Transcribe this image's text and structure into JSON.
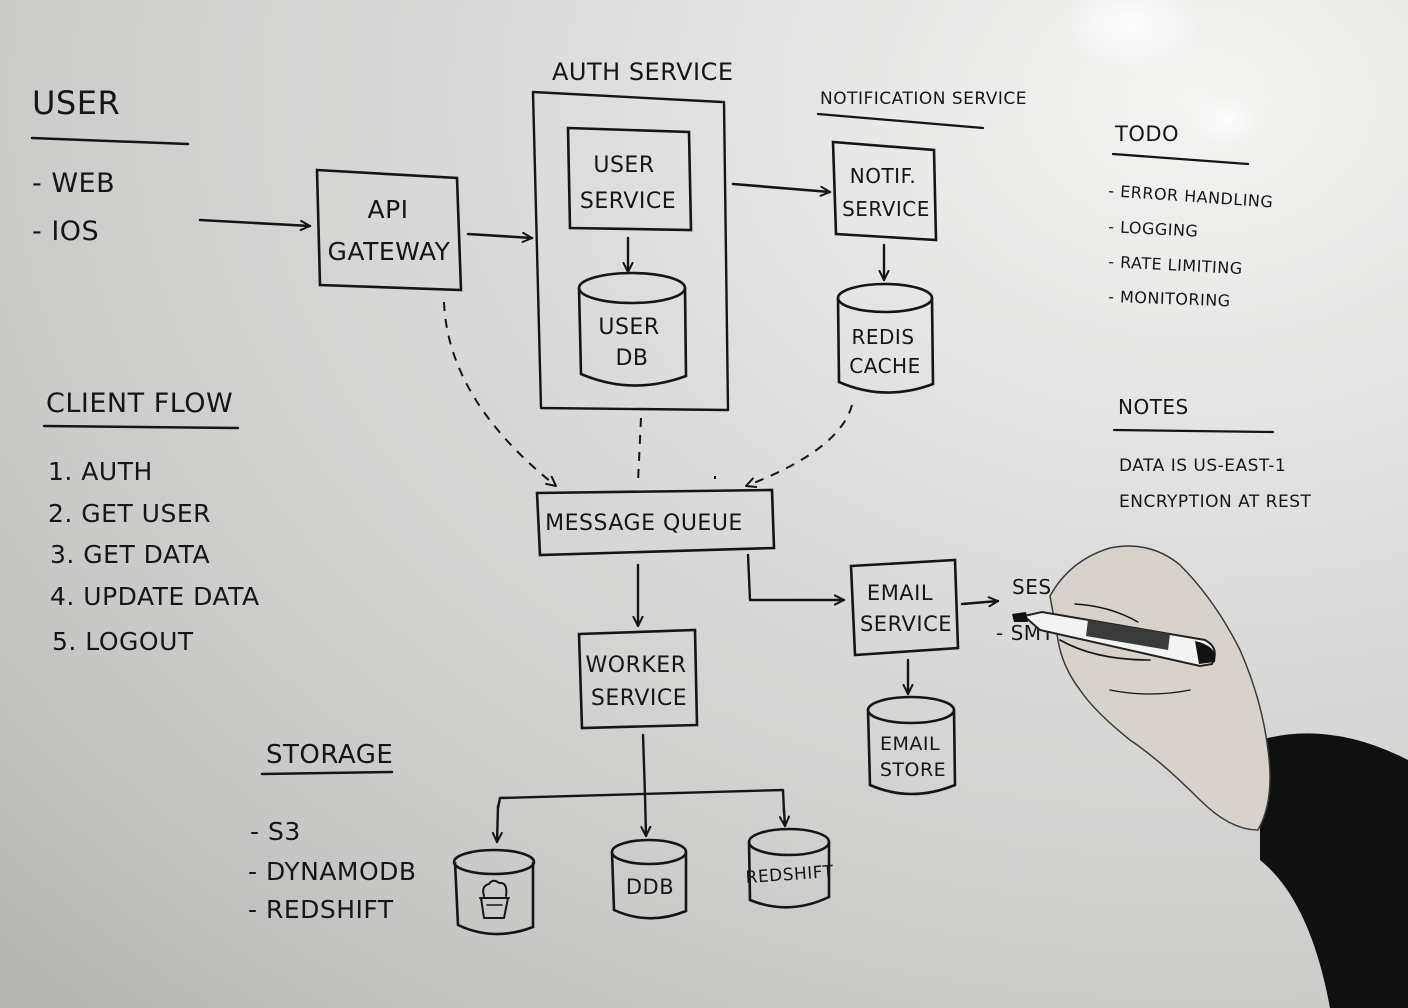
{
  "user": {
    "title": "USER",
    "items": [
      "- WEB",
      "- IOS"
    ]
  },
  "client_flow": {
    "title": "CLIENT FLOW",
    "steps": [
      "1. AUTH",
      "2. GET USER",
      "3. GET DATA",
      "4. UPDATE DATA",
      "5. LOGOUT"
    ]
  },
  "storage": {
    "title": "STORAGE",
    "items": [
      "- S3",
      "- DYNAMODB",
      "- REDSHIFT"
    ]
  },
  "auth_service": {
    "title": "AUTH SERVICE"
  },
  "notification_service": {
    "title": "NOTIFICATION SERVICE"
  },
  "nodes": {
    "api_gateway": [
      "API",
      "GATEWAY"
    ],
    "user_service": [
      "USER",
      "SERVICE"
    ],
    "user_db": [
      "USER",
      "DB"
    ],
    "notif_service": [
      "NOTIF.",
      "SERVICE"
    ],
    "redis_cache": [
      "REDIS",
      "CACHE"
    ],
    "message_queue": "MESSAGE QUEUE",
    "worker_service": [
      "WORKER",
      "SERVICE"
    ],
    "email_service": [
      "EMAIL",
      "SERVICE"
    ],
    "email_store": [
      "EMAIL",
      "STORE"
    ],
    "ddb": "DDB",
    "redshift": "REDSHIFT"
  },
  "email_targets": [
    "SES",
    "- SMT"
  ],
  "todo": {
    "title": "TODO",
    "items": [
      "- ERROR HANDLING",
      "- LOGGING",
      "- RATE LIMITING",
      "- MONITORING"
    ]
  },
  "notes": {
    "title": "NOTES",
    "items": [
      "DATA IS US-EAST-1",
      "ENCRYPTION AT REST"
    ]
  }
}
